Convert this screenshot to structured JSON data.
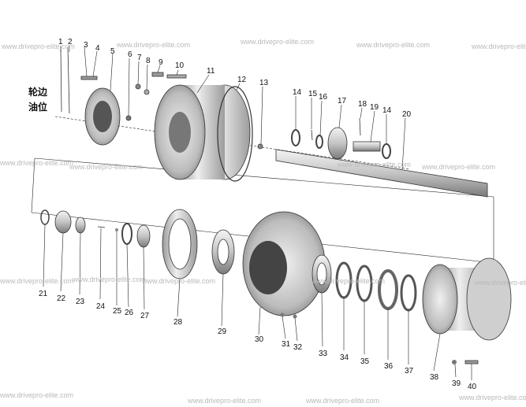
{
  "watermark": "www.drivepro-elite.com",
  "oil_label": {
    "line1": "轮边",
    "line2": "油位"
  },
  "part_numbers": [
    "1",
    "2",
    "3",
    "4",
    "5",
    "6",
    "7",
    "8",
    "9",
    "10",
    "11",
    "12",
    "13",
    "14",
    "15",
    "16",
    "17",
    "18",
    "19",
    "14",
    "20",
    "21",
    "22",
    "23",
    "24",
    "25",
    "26",
    "27",
    "28",
    "29",
    "30",
    "31",
    "32",
    "33",
    "34",
    "35",
    "36",
    "37",
    "38",
    "39",
    "40"
  ],
  "colors": {
    "metal_light": "#e8e8e8",
    "metal_mid": "#b8b8b8",
    "metal_dark": "#6c6c6c",
    "line": "#222222",
    "watermark": "#b9b9b9"
  }
}
